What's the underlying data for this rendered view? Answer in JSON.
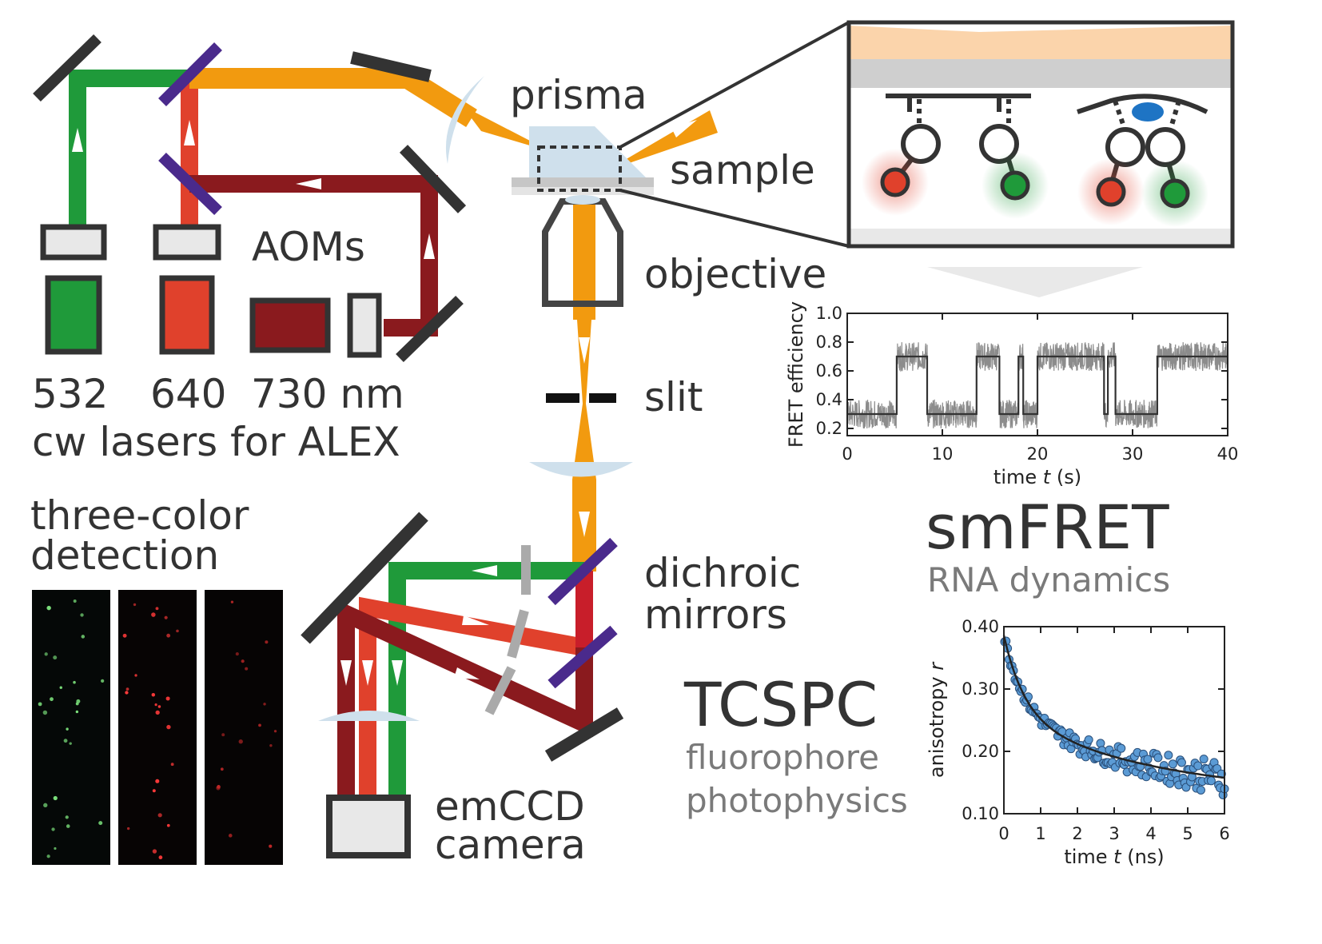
{
  "labels": {
    "prisma": "prisma",
    "sample": "sample",
    "aoms": "AOMs",
    "objective": "objective",
    "slit": "slit",
    "wl_532": "532",
    "wl_640": "640",
    "wl_730": "730 nm",
    "cw_lasers": "cw lasers for ALEX",
    "three_color_1": "three-color",
    "three_color_2": "detection",
    "dichroic_1": "dichroic",
    "dichroic_2": "mirrors",
    "emccd_1": "emCCD",
    "emccd_2": "camera",
    "smfret": "smFRET",
    "rna_dynamics": "RNA dynamics",
    "tcspc": "TCSPC",
    "fluorophore": "fluorophore",
    "photophysics": "photophysics"
  },
  "colors": {
    "green": "#1f9a3a",
    "red": "#e0412c",
    "darkred": "#8a1a1e",
    "orange": "#f29a0f",
    "violet": "#4a2a8c",
    "mirror": "#333333",
    "lens": "#cfe0ec",
    "plot_trace": "#8c8c8c",
    "plot_points": "#5b9bd5"
  },
  "chart_data": [
    {
      "type": "line",
      "ylabel": "FRET efficiency",
      "xlabel_prefix": "time ",
      "xlabel_var": "t",
      "xlabel_suffix": " (s)",
      "xlim": [
        0,
        40
      ],
      "ylim": [
        0.15,
        1.0
      ],
      "xticks": [
        "0",
        "10",
        "20",
        "30",
        "40"
      ],
      "yticks": [
        "0.2",
        "0.4",
        "0.6",
        "0.8",
        "1.0"
      ],
      "series": [
        {
          "kind": "steps",
          "levels": [
            {
              "x0": 0,
              "x1": 5.2,
              "y": 0.3
            },
            {
              "x0": 5.2,
              "x1": 8.4,
              "y": 0.7
            },
            {
              "x0": 8.4,
              "x1": 13.6,
              "y": 0.3
            },
            {
              "x0": 13.6,
              "x1": 16.0,
              "y": 0.7
            },
            {
              "x0": 16.0,
              "x1": 18.0,
              "y": 0.3
            },
            {
              "x0": 18.0,
              "x1": 18.5,
              "y": 0.7
            },
            {
              "x0": 18.5,
              "x1": 20.0,
              "y": 0.3
            },
            {
              "x0": 20.0,
              "x1": 27.0,
              "y": 0.7
            },
            {
              "x0": 27.0,
              "x1": 27.4,
              "y": 0.3
            },
            {
              "x0": 27.4,
              "x1": 28.2,
              "y": 0.7
            },
            {
              "x0": 28.2,
              "x1": 32.6,
              "y": 0.3
            },
            {
              "x0": 32.6,
              "x1": 40.0,
              "y": 0.7
            }
          ],
          "noise_amplitude": 0.1
        }
      ]
    },
    {
      "type": "scatter",
      "ylabel_prefix": "anisotropy ",
      "ylabel_var": "r",
      "xlabel_prefix": "time ",
      "xlabel_var": "t",
      "xlabel_suffix": " (ns)",
      "xlim": [
        0,
        6
      ],
      "ylim": [
        0.1,
        0.4
      ],
      "xticks": [
        "0",
        "1",
        "2",
        "3",
        "4",
        "5",
        "6"
      ],
      "yticks": [
        "0.10",
        "0.20",
        "0.30",
        "0.40"
      ],
      "fit": {
        "offset": 0.128,
        "a1": 0.125,
        "tau1": 0.55,
        "a2": 0.133,
        "tau2": 4.0
      },
      "n_points": 150,
      "noise_amplitude": 0.02
    }
  ]
}
